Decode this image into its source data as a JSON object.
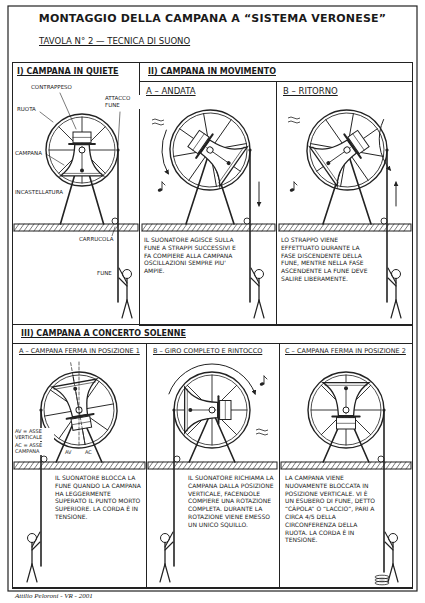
{
  "diagram": {
    "title": "MONTAGGIO DELLA CAMPANA A “SISTEMA VERONESE”",
    "nodes": [
      {
        "text": [
          "I) CAMPANA IN QUIETE"
        ]
      },
      {
        "text": [
          "II) CAMPANA IN MOVIMENTO"
        ]
      },
      {
        "text": [
          "A – ANDATA",
          "IL SUONATORE AGISCE SULLA FUNE A STRAPPI SUCCESSIVI E FA COMPIERE ALLA CAMPANA OSCILLAZIONI SEMPRE PIU' AMPIE."
        ],
        "in": 1
      },
      {
        "text": [
          "B – RITORNO",
          "LO STRAPPO VIENE EFFETTUATO DURANTE LA FASE DISCENDENTE DELLA FUNE, MENTRE NELLA FASE ASCENDENTE LA FUNE DEVE SALIRE LIBERAMENTE."
        ],
        "in": 1
      },
      {
        "text": [
          "III) CAMPANA A CONCERTO SOLENNE"
        ]
      },
      {
        "text": [
          "A – CAMPANA FERMA IN POSIZIONE 1",
          "IL SUONATORE BLOCCA LA FUNE QUANDO LA CAMPANA HA LEGGERMENTE SUPERATO IL PUNTO MORTO SUPERIORE. LA CORDA È IN TENSIONE."
        ],
        "in": 4
      },
      {
        "text": [
          "B – GIRO COMPLETO E RINTOCCO",
          "IL SUONATORE RICHIAMA LA CAMPANA DALLA POSIZIONE VERTICALE, FACENDOLE COMPIERE UNA ROTAZIONE COMPLETA. DURANTE LA ROTAZIONE VIENE EMESSO UN UNICO SQUILLO."
        ],
        "in": 4
      },
      {
        "text": [
          "C – CAMPANA FERMA IN POSIZIONE 2",
          "LA CAMPANA VIENE NUOVAMENTE BLOCCATA IN POSIZIONE VERTICALE. VI È UN ESUBERO DI FUNE, DETTO “CÀPOLA” O “LACCIO”, PARI A CIRCA 4/5 DELLA CIRCONFERENZA DELLA RUOTA. LA CORDA È IN TENSIONE."
        ],
        "in": 4
      }
    ],
    "labels": [
      "TAVOLA N° 2 — TECNICA DI SUONO",
      "CONTRAPPESO",
      "RUOTA",
      "ATTACCO FUNE",
      "CAMPANA",
      "INCASTELLATURA",
      "CARRUCOLA",
      "FUNE",
      "AV = ASSE VERTICALE",
      "AC = ASSE CAMPANA",
      "AV",
      "AC",
      "Attilio Peloroni - VR - 2001"
    ]
  }
}
